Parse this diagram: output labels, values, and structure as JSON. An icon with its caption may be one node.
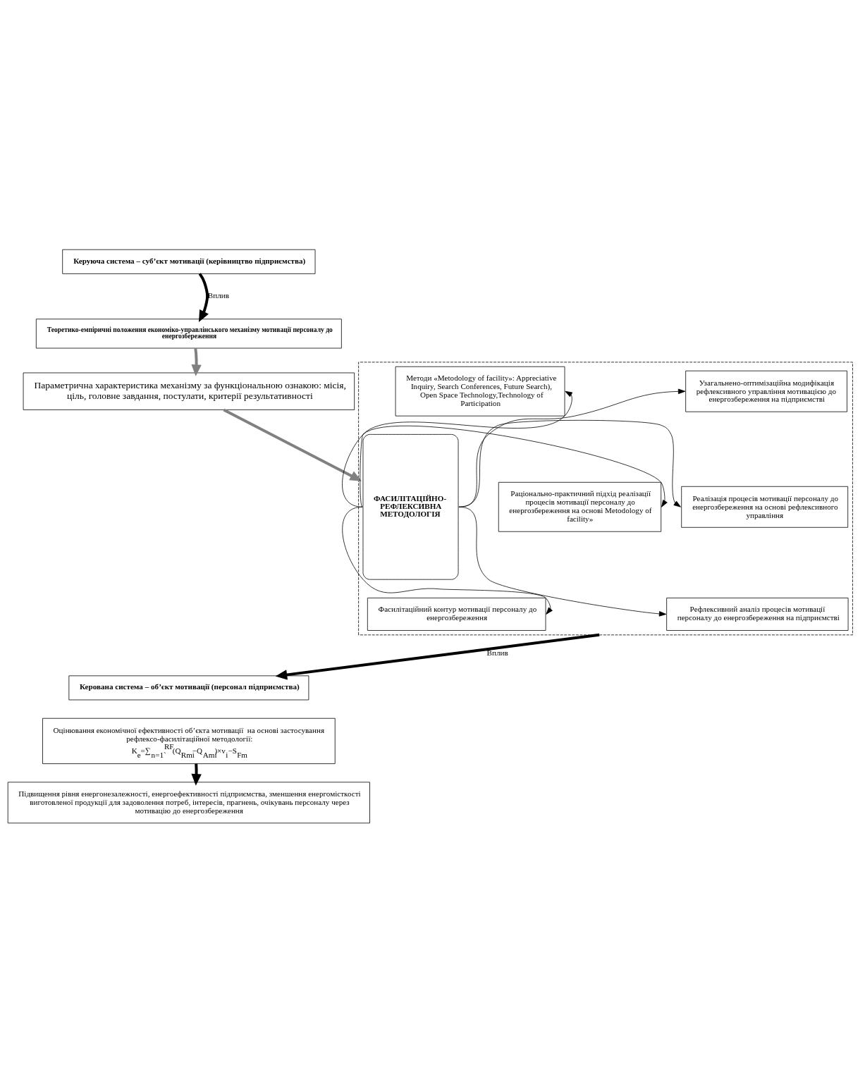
{
  "diagram": {
    "nodes": [
      {
        "text": [
          "Керуюча система – суб’єкт мотивації (керівництво підприємства)"
        ]
      },
      {
        "text": [
          "Теоретико-емпіричні положення економіко-управлінського механізму мотивації персоналу до енергозбереження"
        ]
      },
      {
        "text": [
          "Параметрична характеристика механізму за функціональною ознакою: місія, ціль, головне завдання, постулати, критерії результативності"
        ]
      },
      {
        "text": [],
        "shape": "box"
      },
      {
        "text": [
          "ФАСИЛІТАЦІЙНО-РЕФЛЕКСИВНА МЕТОДОЛОГІЯ"
        ],
        "in": 3
      },
      {
        "text": [
          "Методи «Metodology of facility»: Appreciative Inquiry, Search Conferences, Future Search), Open Space Technology,Technology of Participation"
        ],
        "in": 3
      },
      {
        "text": [
          "Узагальнено-оптимізаційна модифікація рефлексивного управління мотивацією до енергозбереження на підприємстві"
        ],
        "in": 3
      },
      {
        "text": [
          "Раціонально-практичний підхід реалізації процесів мотивації персоналу до енергозбереження на основі Metodology of facility»"
        ],
        "in": 3
      },
      {
        "text": [
          "Реалізація процесів мотивації персоналу до енергозбереження на основі рефлексивного управління"
        ],
        "in": 3
      },
      {
        "text": [
          "Фасилітаційний контур мотивації персоналу до енергозбереження"
        ],
        "in": 3
      },
      {
        "text": [
          "Рефлексивний аналіз процесів мотивації персоналу до енергозбереження на підприємстві"
        ],
        "in": 3
      },
      {
        "text": [
          "Керована система – об’єкт мотивації (персонал підприємства)"
        ]
      },
      {
        "text": [
          "Оцінювання економічної ефективності об’єкта мотивації  на основі застосування рефлексо-фасилітаційної методології:",
          "K$_{e}$=∑$_{n=1`}$$^{RF}$(Q$_{Rmi}$−Q$_{Ami}$)×v$_{i}$−S$_{Fm}$"
        ]
      },
      {
        "text": [
          "Підвищення рівня енергонезалежності, енергоефективності підприємства, зменшення енергомісткості виготовленої продукції для задоволення потреб, інтересів, прагнень, очікувань персоналу через мотивацію до енергозбереження"
        ]
      }
    ],
    "edges": [
      {
        "from": 0,
        "to": 1,
        "arrow": "to",
        "label": "Вплив",
        "style": "thick"
      },
      {
        "from": 1,
        "to": 2,
        "arrow": "to",
        "style": "thick",
        "color": "#808080"
      },
      {
        "from": 2,
        "to": 3,
        "arrow": "to",
        "style": "thick",
        "color": "#808080"
      },
      {
        "from": 4,
        "to": 5,
        "arrow": "to"
      },
      {
        "from": 4,
        "to": 6,
        "arrow": "to"
      },
      {
        "from": 4,
        "to": 7,
        "arrow": "to"
      },
      {
        "from": 4,
        "to": 8,
        "arrow": "to"
      },
      {
        "from": 4,
        "to": 9,
        "arrow": "to"
      },
      {
        "from": 4,
        "to": 10,
        "arrow": "to"
      },
      {
        "from": 3,
        "to": 11,
        "arrow": "to",
        "label": "Вплив",
        "style": "thick"
      },
      {
        "from": 12,
        "to": 13,
        "arrow": "to",
        "style": "thick"
      }
    ]
  }
}
